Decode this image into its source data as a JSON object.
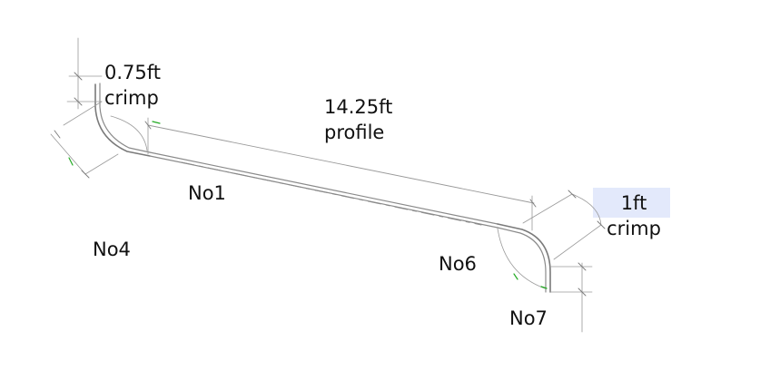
{
  "labels": {
    "crimp_left": {
      "line1": "0.75ft",
      "line2": "crimp"
    },
    "profile": {
      "line1": "14.25ft",
      "line2": "profile"
    },
    "crimp_right": {
      "line1": "1ft",
      "line2": "crimp"
    },
    "no1": "No1",
    "no4": "No4",
    "no6": "No6",
    "no7": "No7"
  },
  "colors": {
    "line": "#8a8a8a",
    "dim_line": "#9a9a9a",
    "highlight": "#e3e9fb",
    "green_marker": "#22aa22",
    "text": "#111111"
  }
}
